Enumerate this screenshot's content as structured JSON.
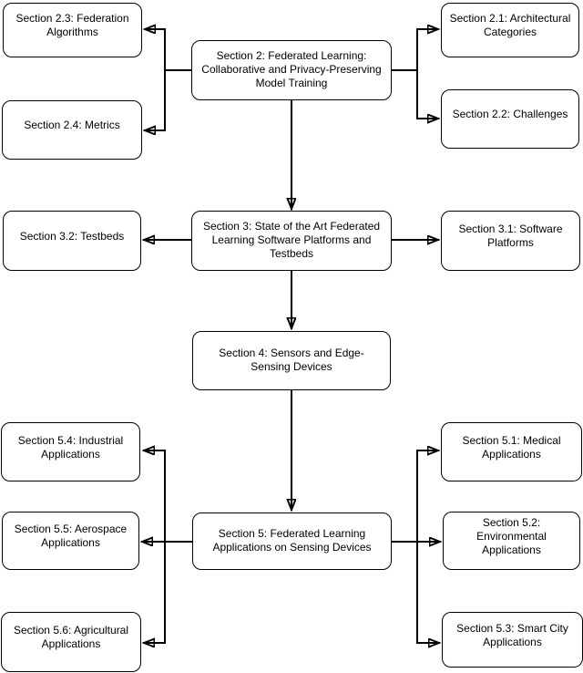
{
  "diagram": {
    "type": "flowchart",
    "background_color": "#ffffff",
    "stroke_color": "#000000",
    "text_color": "#000000",
    "nodes": {
      "s23": {
        "id": "section-2-3",
        "lines": [
          "Section 2.3: Federation",
          "Algorithms"
        ]
      },
      "s24": {
        "id": "section-2-4",
        "lines": [
          "Section 2.4: Metrics"
        ]
      },
      "s2": {
        "id": "section-2",
        "lines": [
          "Section 2: Federated Learning:",
          "Collaborative and Privacy-Preserving",
          "Model Training"
        ]
      },
      "s21": {
        "id": "section-2-1",
        "lines": [
          "Section 2.1: Architectural",
          "Categories"
        ]
      },
      "s22": {
        "id": "section-2-2",
        "lines": [
          "Section 2.2: Challenges"
        ]
      },
      "s32": {
        "id": "section-3-2",
        "lines": [
          "Section 3.2: Testbeds"
        ]
      },
      "s3": {
        "id": "section-3",
        "lines": [
          "Section 3: State of the Art Federated",
          "Learning Software Platforms and",
          "Testbeds"
        ]
      },
      "s31": {
        "id": "section-3-1",
        "lines": [
          "Section 3.1: Software",
          "Platforms"
        ]
      },
      "s4": {
        "id": "section-4",
        "lines": [
          "Section 4: Sensors and Edge-",
          "Sensing Devices"
        ]
      },
      "s54": {
        "id": "section-5-4",
        "lines": [
          "Section 5.4: Industrial",
          "Applications"
        ]
      },
      "s55": {
        "id": "section-5-5",
        "lines": [
          "Section 5.5: Aerospace",
          "Applications"
        ]
      },
      "s56": {
        "id": "section-5-6",
        "lines": [
          "Section 5.6: Agricultural",
          "Applications"
        ]
      },
      "s5": {
        "id": "section-5",
        "lines": [
          "Section 5: Federated Learning",
          "Applications on Sensing Devices"
        ]
      },
      "s51": {
        "id": "section-5-1",
        "lines": [
          "Section 5.1: Medical",
          "Applications"
        ]
      },
      "s52": {
        "id": "section-5-2",
        "lines": [
          "Section 5.2:",
          "Environmental",
          "Applications"
        ]
      },
      "s53": {
        "id": "section-5-3",
        "lines": [
          "Section 5.3: Smart City",
          "Applications"
        ]
      }
    },
    "edges": [
      {
        "from": "section-2",
        "to": "section-2-3"
      },
      {
        "from": "section-2",
        "to": "section-2-4"
      },
      {
        "from": "section-2",
        "to": "section-2-1"
      },
      {
        "from": "section-2",
        "to": "section-2-2"
      },
      {
        "from": "section-2",
        "to": "section-3"
      },
      {
        "from": "section-3",
        "to": "section-3-2"
      },
      {
        "from": "section-3",
        "to": "section-3-1"
      },
      {
        "from": "section-3",
        "to": "section-4"
      },
      {
        "from": "section-4",
        "to": "section-5"
      },
      {
        "from": "section-5",
        "to": "section-5-4"
      },
      {
        "from": "section-5",
        "to": "section-5-5"
      },
      {
        "from": "section-5",
        "to": "section-5-6"
      },
      {
        "from": "section-5",
        "to": "section-5-1"
      },
      {
        "from": "section-5",
        "to": "section-5-2"
      },
      {
        "from": "section-5",
        "to": "section-5-3"
      }
    ]
  }
}
